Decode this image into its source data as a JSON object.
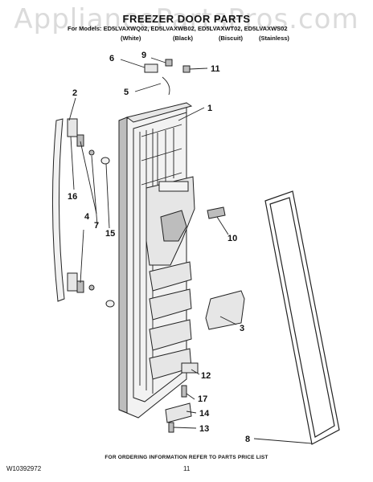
{
  "header": {
    "watermark": "AppliancePartsPros.com",
    "title": "FREEZER DOOR PARTS",
    "models": "For Models: ED5LVAXWQ02, ED5LVAXWB02, ED5LVAXWT02, ED5LVAXWS02",
    "colors": [
      "(White)",
      "(Black)",
      "(Biscuit)",
      "(Stainless)"
    ]
  },
  "callouts": [
    "1",
    "2",
    "3",
    "4",
    "5",
    "6",
    "7",
    "8",
    "9",
    "10",
    "11",
    "12",
    "13",
    "14",
    "15",
    "16",
    "17"
  ],
  "footer": {
    "ordering_note": "FOR ORDERING INFORMATION REFER TO PARTS PRICE LIST",
    "document_number": "W10392972",
    "page_number": "11"
  }
}
